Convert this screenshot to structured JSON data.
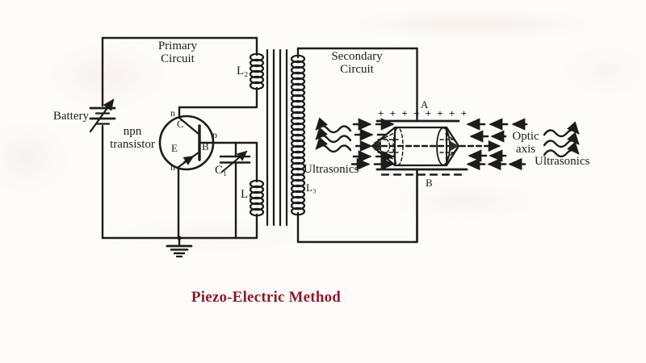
{
  "title": {
    "text": "Piezo-Electric Method",
    "color": "#8e1a26"
  },
  "colors": {
    "ink": "#1c1c1c",
    "paper": "#fdfcfa"
  },
  "primary_circuit": {
    "label": [
      "Primary",
      "Circuit"
    ],
    "battery": "Battery",
    "transistor": {
      "name": [
        "npn",
        "transistor"
      ],
      "collector": "C",
      "emitter": "E",
      "base": "B",
      "p": "p",
      "n_top": "n",
      "n_bottom": "n"
    },
    "inductor_l2": "L₂",
    "inductor_l1": "L₁",
    "capacitor_c1": "C₁"
  },
  "secondary_circuit": {
    "label": [
      "Secondary",
      "Circuit"
    ],
    "inductor_l3": "L₃",
    "electrode_top": "A",
    "electrode_bottom": "B",
    "positive_charges": "+ + + + + + + +",
    "optic_axis": [
      "Optic",
      "axis"
    ],
    "ultrasonics_left": "Ultrasonics",
    "ultrasonics_right": "Ultrasonics"
  }
}
